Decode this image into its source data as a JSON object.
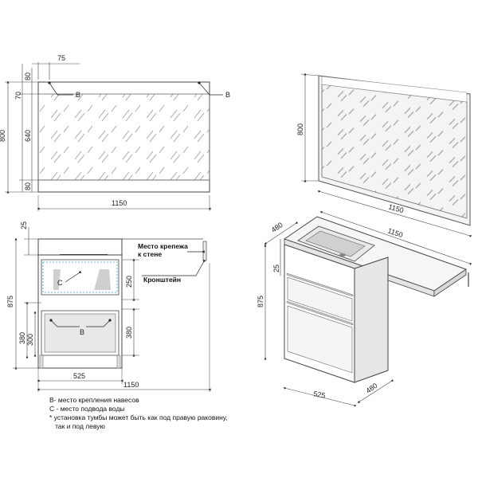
{
  "mirror_front": {
    "dim_top": "75",
    "dim_left_outer": "800",
    "dim_left_top": "80",
    "dim_left_70": "70",
    "dim_left_mid": "640",
    "dim_left_bottom": "80",
    "dim_width": "1150",
    "mark_b1": "B",
    "mark_b2": "B"
  },
  "mirror_iso": {
    "dim_height": "800",
    "dim_width": "1150"
  },
  "cabinet_front": {
    "dim_top": "25",
    "dim_height": "875",
    "dim_drawer_upper": "250",
    "dim_drawer_lower": "380",
    "dim_left_380": "380",
    "dim_left_300": "300",
    "dim_width_525": "525",
    "dim_width_1150": "1150",
    "mark_c": "C",
    "mark_b": "B",
    "label_mount": "Место крепежа\nк стене",
    "label_bracket": "Кронштейн"
  },
  "cabinet_iso": {
    "dim_top_depth": "480",
    "dim_top_width": "1150",
    "dim_25": "25",
    "dim_height": "875",
    "dim_bottom_width": "525",
    "dim_bottom_depth": "480"
  },
  "notes": [
    "B- место крепления навесов",
    "С - место подвода воды",
    "* установка тумбы может быть как под правую раковину,",
    "   так и под левую"
  ]
}
